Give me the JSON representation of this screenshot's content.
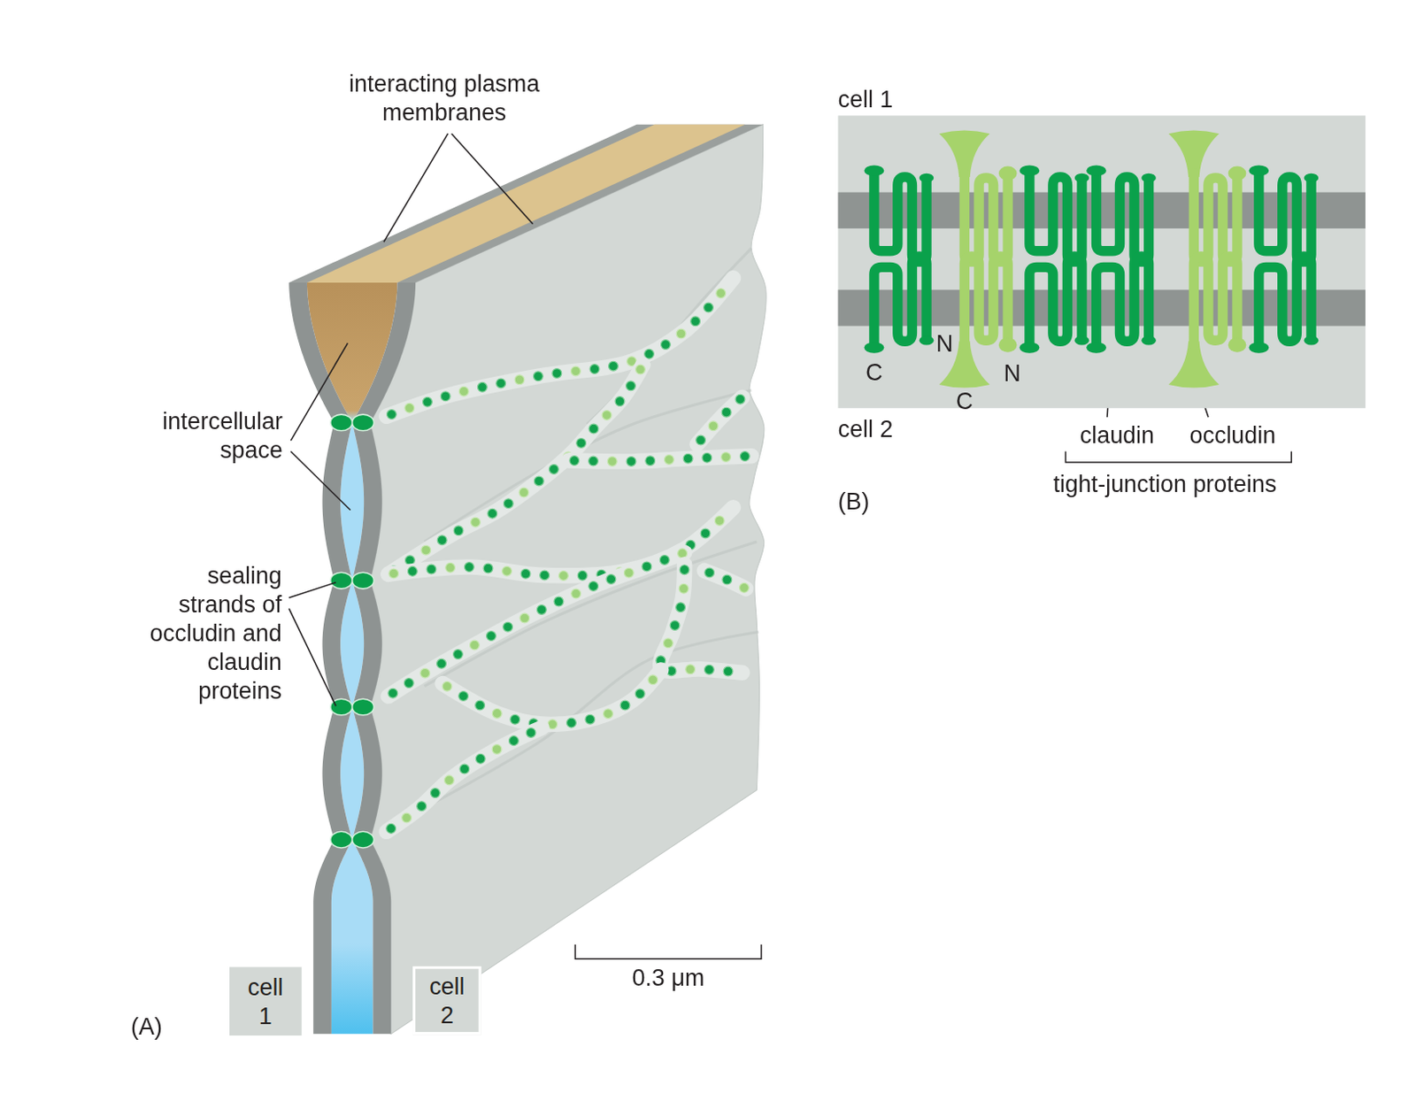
{
  "diagram": {
    "nodes": [
      {
        "text": [
          "cell 1"
        ]
      },
      {
        "text": [
          "cell 2"
        ]
      }
    ],
    "labels": [
      "interacting plasma membranes",
      "intercellular space",
      "sealing strands of occludin and claudin proteins",
      "(A)",
      "0.3 μm",
      "cell 1",
      "cell 2",
      "C",
      "N",
      "C",
      "N",
      "claudin",
      "occludin",
      "tight-junction proteins",
      "(B)"
    ]
  }
}
